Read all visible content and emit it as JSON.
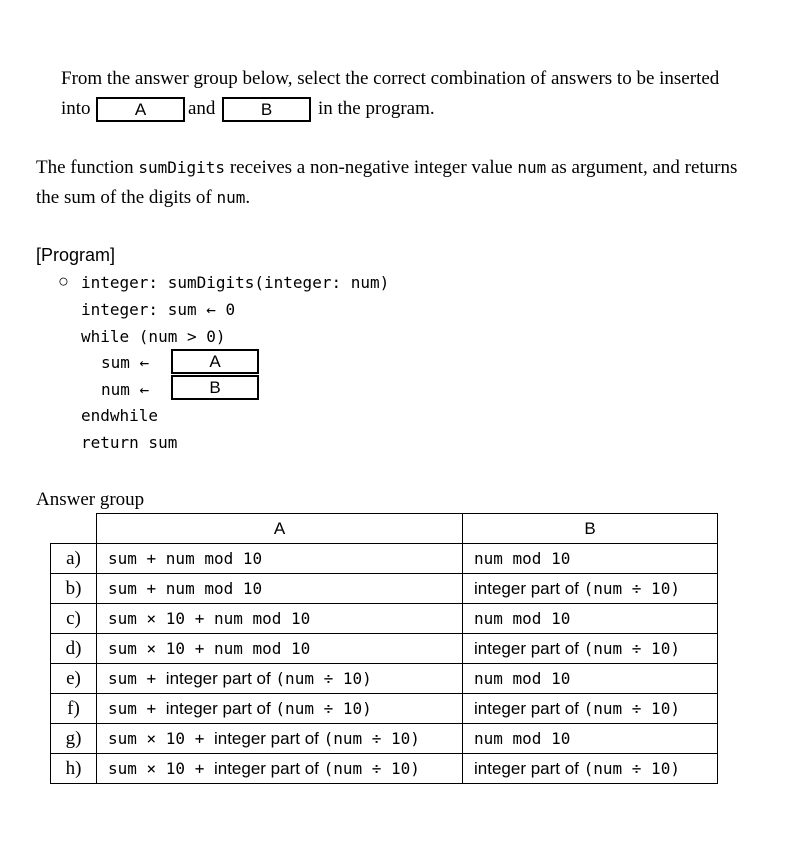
{
  "instruction": {
    "line1": "From the answer group below, select the correct combination of answers to be inserted",
    "into": "into",
    "box_a": "A",
    "and": "and",
    "box_b": "B",
    "tail": "in the program."
  },
  "description": {
    "part1": "The function ",
    "func": "sumDigits",
    "part2": " receives a non-negative integer value ",
    "arg": "num",
    "part3": " as argument, and returns",
    "line2_pre": "the sum of the digits of ",
    "line2_arg": "num",
    "line2_end": "."
  },
  "program": {
    "heading": "[Program]",
    "marker": "○",
    "signature": "integer: sumDigits(integer: num)",
    "decl": "integer: sum ← 0",
    "while": "while (num > 0)",
    "sum_assign": "sum ←",
    "box_a": "A",
    "num_assign": "num ←",
    "box_b": "B",
    "endwhile": "endwhile",
    "ret": "return sum"
  },
  "answer_group": {
    "title": "Answer group",
    "col_a": "A",
    "col_b": "B",
    "rows": [
      {
        "label": "a)",
        "a": [
          [
            "m",
            "sum + num mod 10"
          ]
        ],
        "b": [
          [
            "m",
            "num mod 10"
          ]
        ]
      },
      {
        "label": "b)",
        "a": [
          [
            "m",
            "sum + num mod 10"
          ]
        ],
        "b": [
          [
            "s",
            "integer part of "
          ],
          [
            "m",
            "(num ÷ 10)"
          ]
        ]
      },
      {
        "label": "c)",
        "a": [
          [
            "m",
            "sum × 10 + num mod 10"
          ]
        ],
        "b": [
          [
            "m",
            "num mod 10"
          ]
        ]
      },
      {
        "label": "d)",
        "a": [
          [
            "m",
            "sum × 10 + num mod 10"
          ]
        ],
        "b": [
          [
            "s",
            "integer part of "
          ],
          [
            "m",
            "(num ÷ 10)"
          ]
        ]
      },
      {
        "label": "e)",
        "a": [
          [
            "m",
            "sum + "
          ],
          [
            "s",
            "integer part of "
          ],
          [
            "m",
            "(num ÷ 10)"
          ]
        ],
        "b": [
          [
            "m",
            "num mod 10"
          ]
        ]
      },
      {
        "label": "f)",
        "a": [
          [
            "m",
            "sum + "
          ],
          [
            "s",
            "integer part of "
          ],
          [
            "m",
            "(num ÷ 10)"
          ]
        ],
        "b": [
          [
            "s",
            "integer part of "
          ],
          [
            "m",
            "(num ÷ 10)"
          ]
        ]
      },
      {
        "label": "g)",
        "a": [
          [
            "m",
            "sum × 10 + "
          ],
          [
            "s",
            "integer part of "
          ],
          [
            "m",
            "(num ÷ 10)"
          ]
        ],
        "b": [
          [
            "m",
            "num mod 10"
          ]
        ]
      },
      {
        "label": "h)",
        "a": [
          [
            "m",
            "sum × 10 + "
          ],
          [
            "s",
            "integer part of "
          ],
          [
            "m",
            "(num ÷ 10)"
          ]
        ],
        "b": [
          [
            "s",
            "integer part of "
          ],
          [
            "m",
            "(num ÷ 10)"
          ]
        ]
      }
    ]
  }
}
